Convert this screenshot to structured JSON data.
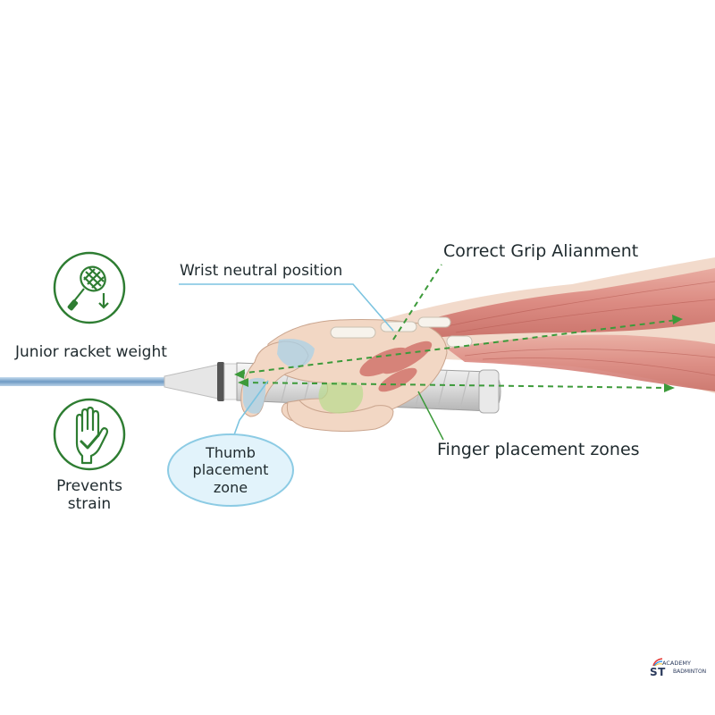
{
  "labels": {
    "title": "Correct Grip Alianment",
    "wrist": "Wrist neutral position",
    "finger": "Finger placement zones",
    "thumb": "Thumb placement zone",
    "junior": "Junior racket weight",
    "prevents": "Prevents strain"
  },
  "icons": {
    "racket": "racket-weight-down-icon",
    "hand": "hand-checkmark-icon"
  },
  "logo": {
    "top": "ACADEMY",
    "main": "ST",
    "side": "BADMINTON"
  },
  "colors": {
    "accent_green": "#3c9a3a",
    "icon_green": "#2e7d32",
    "callout_blue": "#7cc4e0",
    "bubble_fill": "#e2f3fb",
    "muscle": "#d9827a",
    "skin": "#f2d7c4"
  }
}
